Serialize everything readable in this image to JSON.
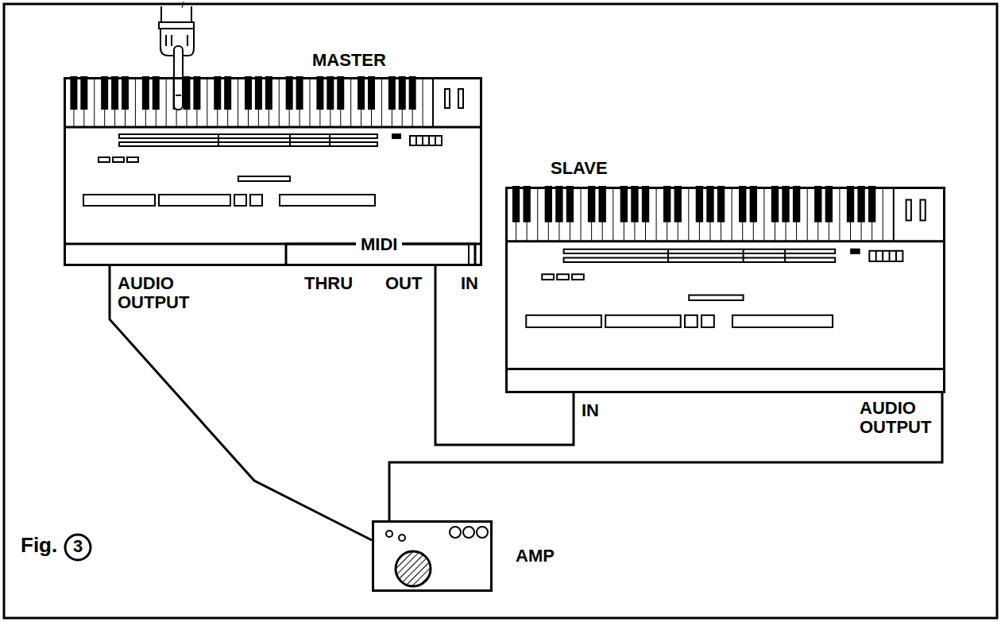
{
  "diagram": {
    "nodes": [
      {
        "text": [
          "MASTER"
        ]
      },
      {
        "text": [
          "SLAVE"
        ]
      },
      {
        "text": [
          "AMP"
        ]
      }
    ],
    "edges": [
      {
        "from": 0,
        "to": 1,
        "arrow": "none"
      },
      {
        "from": 0,
        "to": 2,
        "arrow": "none"
      },
      {
        "from": 1,
        "to": 2,
        "arrow": "none"
      }
    ],
    "labels": [
      "AUDIO OUTPUT",
      "THRU",
      "OUT",
      "IN",
      "MIDI",
      "IN",
      "AUDIO OUTPUT",
      "Fig.",
      "3"
    ]
  }
}
